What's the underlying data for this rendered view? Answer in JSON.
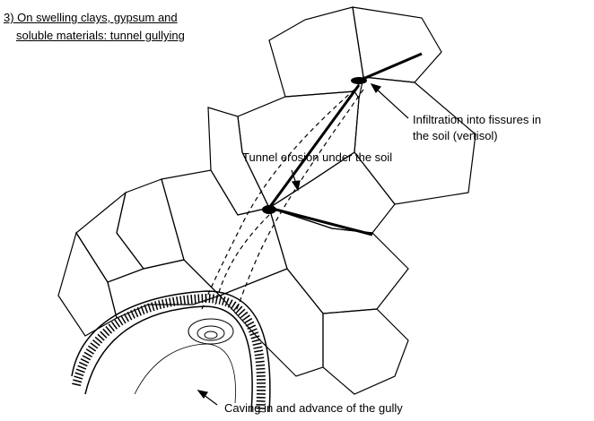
{
  "title": {
    "line1": "3) On swelling clays, gypsum and",
    "line2": "soluble materials:  tunnel gullying"
  },
  "labels": {
    "infiltration_line1": "Infiltration into fissures in",
    "infiltration_line2": "the soil (vertisol)",
    "tunnel": "Tunnel erosion under the soil",
    "caving": "Caving in and advance of the gully"
  },
  "colors": {
    "ink": "#000000",
    "background": "#ffffff"
  }
}
